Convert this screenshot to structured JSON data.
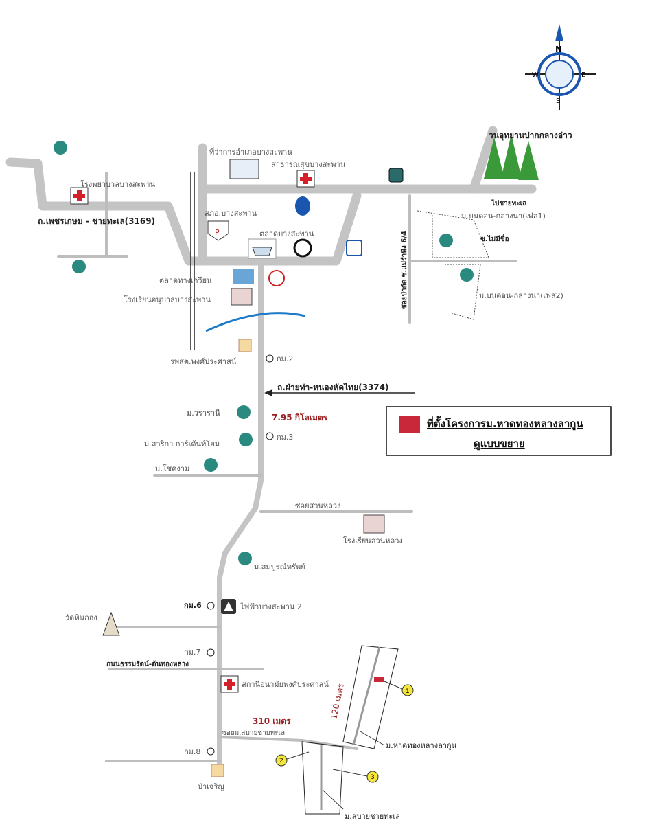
{
  "compass": {
    "n": "N",
    "e": "E",
    "s": "S",
    "w": "W"
  },
  "roads": {
    "phetkasem": "ถ.เพชรเกษม - ชายทะเล(3169)",
    "faitha": "ถ.ฝ่ายท่า-หนองหัดไทย(3374)",
    "to_beach": "ไปชายทะเล",
    "soi_vertical": "ซอยป่ากัด ซ.แม่รำพึง 6/4",
    "soi_nameless": "ซ.ไม่มีชื่อ",
    "soi_suanluang": "ซอยสวนหลวง",
    "thammarat": "ถนนธรรมรัตน์-ต้นทองหลาง",
    "soi_sabai": "ซอยม.สบายชายทะเล"
  },
  "places": {
    "hospital": "โรงพยาบาลบางสะพาน",
    "district_office": "ที่ว่าการอำเภอบางสะพาน",
    "public_health": "สาธารณสุขบางสะพาน",
    "police": "สภอ.บางสะพาน",
    "market": "ตลาดบางสะพาน",
    "market2": "ตลาดทางเกวียน",
    "kindergarten": "โรงเรียนอนุบาลบางสะพาน",
    "forest_park": "วนอุทยานปากกลางอ่าว",
    "bondon1": "ม.บนดอน-กลางนา(เฟส1)",
    "bondon2": "ม.บนดอน-กลางนา(เฟส2)",
    "health_station": "รพสต.พงศ์ประศาสน์",
    "wararani": "ม.วรารานี",
    "sarika": "ม.สาริกา การ์เด้นท์โฮม",
    "chokngam": "ม.โชคงาม",
    "suanluang_school": "โรงเรียนสวนหลวง",
    "somboon": "ม.สมบูรณ์ทรัพย์",
    "electric": "ไฟฟ้าบางสะพาน 2",
    "wat": "วัดหินกอง",
    "anamai": "สถานีอนามัยพงศ์ประศาสน์",
    "pacharoen": "ป่าเจริญ",
    "hadthonglang": "ม.หาดทองหลางลากูน",
    "sabai": "ม.สบายชายทะเล"
  },
  "km_markers": [
    "กม.2",
    "กม.3",
    "กม.6",
    "กม.7",
    "กม.8"
  ],
  "distances": {
    "main": "7.95 กิโลเมตร",
    "soi": "310 เมตร",
    "plot": "120 เมตร"
  },
  "legend": {
    "title": "ที่ตั้งโครงการม.หาดทองหลางลากูน",
    "subtitle": "ดูแบบขยาย",
    "swatch_color": "#c8283a"
  },
  "plot_markers": [
    "1",
    "2",
    "3"
  ],
  "colors": {
    "road": "#c4c4c4",
    "marker": "#f5e63a",
    "hospital": "#d4202a",
    "river": "#1f7ac7"
  }
}
